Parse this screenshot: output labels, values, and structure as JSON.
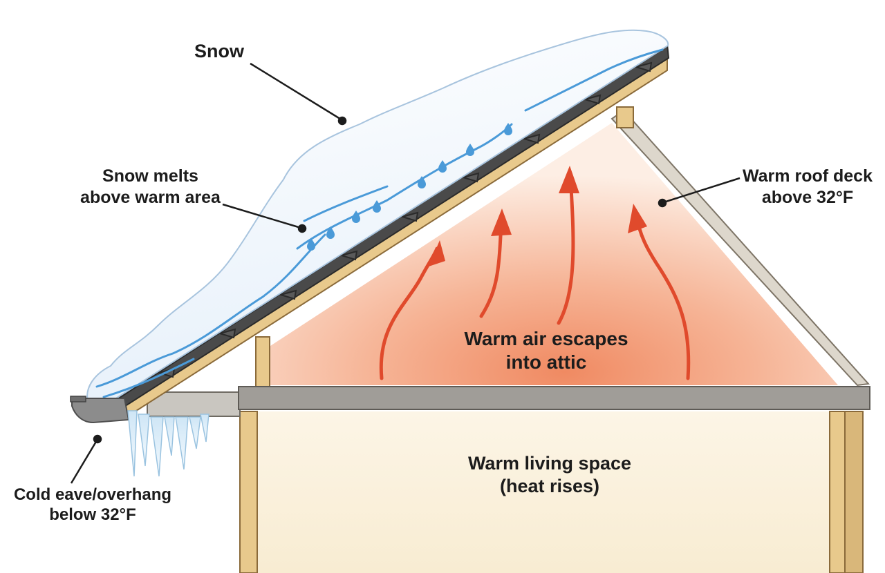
{
  "labels": {
    "snow": "Snow",
    "snow_melts": [
      "Snow melts",
      "above warm area"
    ],
    "warm_roof_deck": [
      "Warm roof deck",
      "above 32°F"
    ],
    "warm_air": [
      "Warm air escapes",
      "into attic"
    ],
    "living_space": [
      "Warm living space",
      "(heat rises)"
    ],
    "cold_eave": [
      "Cold eave/overhang",
      "below 32°F"
    ]
  },
  "colors": {
    "snow": "#f2f7fc",
    "meltwater": "#4a9ad8",
    "shingle": "#4a4a4a",
    "rafter_wood": "#e8c98c",
    "wood_outline": "#8a6a3a",
    "ceiling_joist": "#9a9a9a",
    "warm_air_arrow": "#e04a2c",
    "attic_glow": "#f4a07c",
    "living_space": "#fbf2df",
    "ice": "#e4f1fa"
  }
}
